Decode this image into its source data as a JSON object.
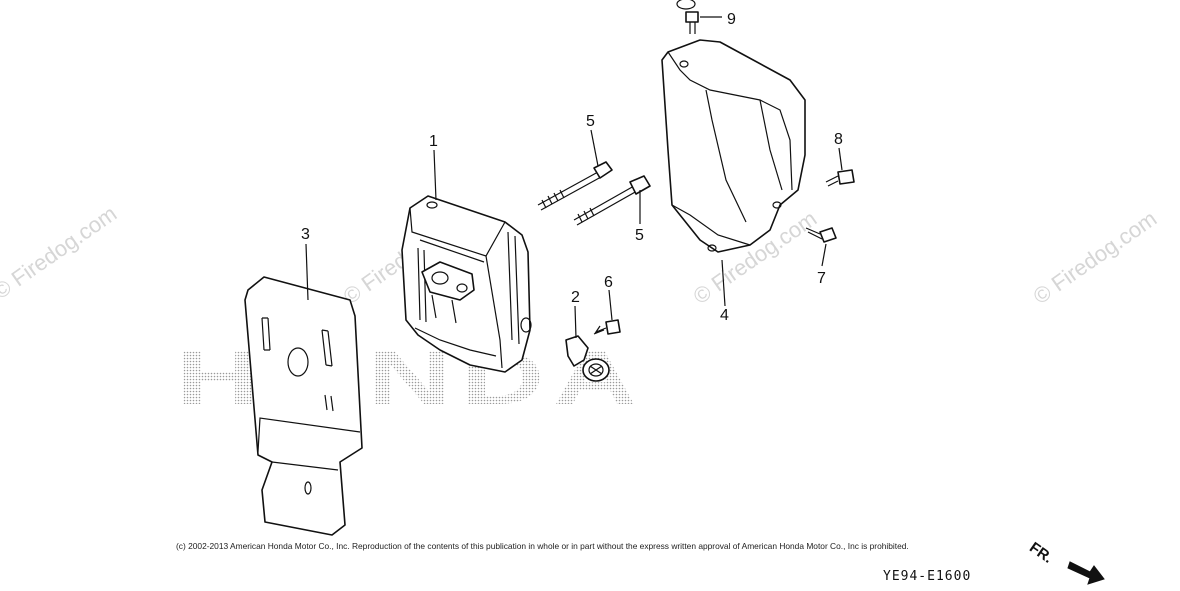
{
  "watermark": {
    "text": "© Firedog.com",
    "brand_logo": "HONDA"
  },
  "callouts": {
    "part_1": "1",
    "part_2": "2",
    "part_3": "3",
    "part_4": "4",
    "part_5a": "5",
    "part_5b": "5",
    "part_6": "6",
    "part_7": "7",
    "part_8": "8",
    "part_9": "9"
  },
  "copyright": "(c) 2002-2013 American Honda Motor Co., Inc. Reproduction of the contents of this publication in whole or in part without the express written approval of American Honda Motor Co., Inc is prohibited.",
  "front_indicator": "FR.",
  "diagram_code": "YE94-E1600",
  "colors": {
    "line": "#111111",
    "watermark": "#d6d6d6",
    "logo_dots": "#9a9a9a"
  }
}
